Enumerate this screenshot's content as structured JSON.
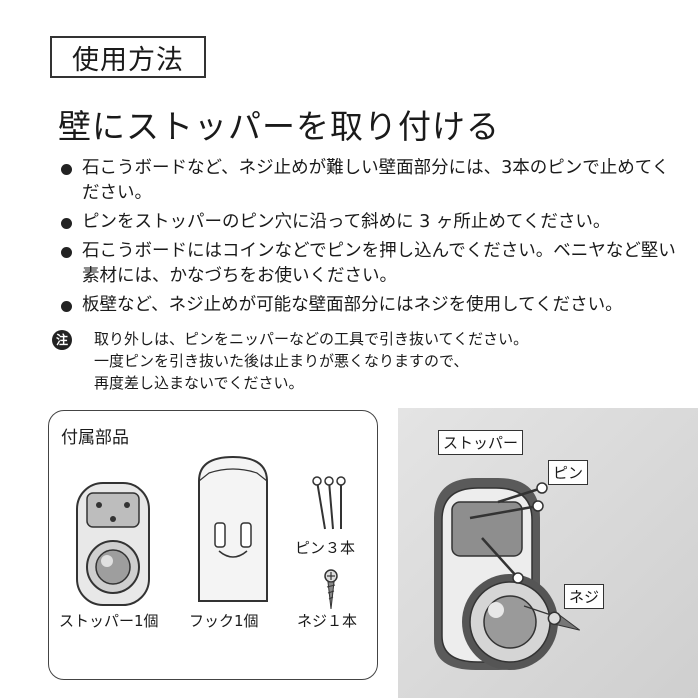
{
  "section_label": "使用方法",
  "heading": "壁にストッパーを取り付ける",
  "bullets": [
    "石こうボードなど、ネジ止めが難しい壁面部分には、3本のピンで止めてください。",
    "ピンをストッパーのピン穴に沿って斜めに 3 ヶ所止めてください。",
    "石こうボードにはコインなどでピンを押し込んでください。ベニヤなど堅い素材には、かなづちをお使いください。",
    "板壁など、ネジ止めが可能な壁面部分にはネジを使用してください。"
  ],
  "note": {
    "icon_label": "注",
    "lines": [
      "取り外しは、ピンをニッパーなどの工具で引き抜いてください。",
      "一度ピンを引き抜いた後は止まりが悪くなりますので、",
      "再度差し込まないでください。"
    ]
  },
  "parts": {
    "title": "付属部品",
    "stopper": "ストッパー1個",
    "hook": "フック1個",
    "pins": "ピン３本",
    "screw": "ネジ１本"
  },
  "diagram": {
    "stopper_label": "ストッパー",
    "pin_label": "ピン",
    "screw_label": "ネジ"
  }
}
